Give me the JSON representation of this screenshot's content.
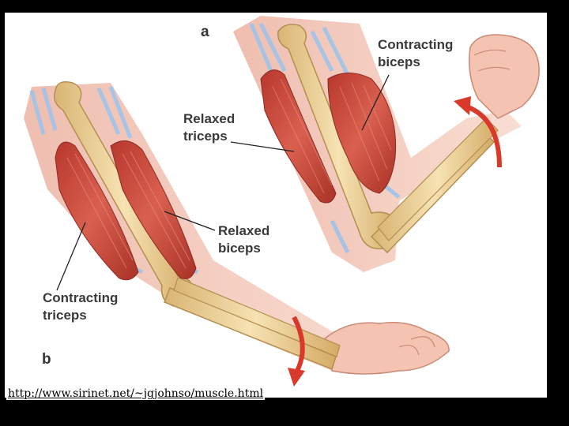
{
  "panels": {
    "a": "a",
    "b": "b"
  },
  "labels": {
    "contracting_biceps": [
      "Contracting",
      "biceps"
    ],
    "relaxed_triceps": [
      "Relaxed",
      "triceps"
    ],
    "relaxed_biceps": [
      "Relaxed",
      "biceps"
    ],
    "contracting_triceps": [
      "Contracting",
      "triceps"
    ]
  },
  "source": {
    "url": "http://www.sirinet.net/~jgjohnso/muscle.html"
  },
  "colors": {
    "skin": "#f3c2b0",
    "muscle": "#c9463a",
    "bone": "#efd49a",
    "tendon": "#a9c8e8",
    "arrow": "#d8392b"
  }
}
